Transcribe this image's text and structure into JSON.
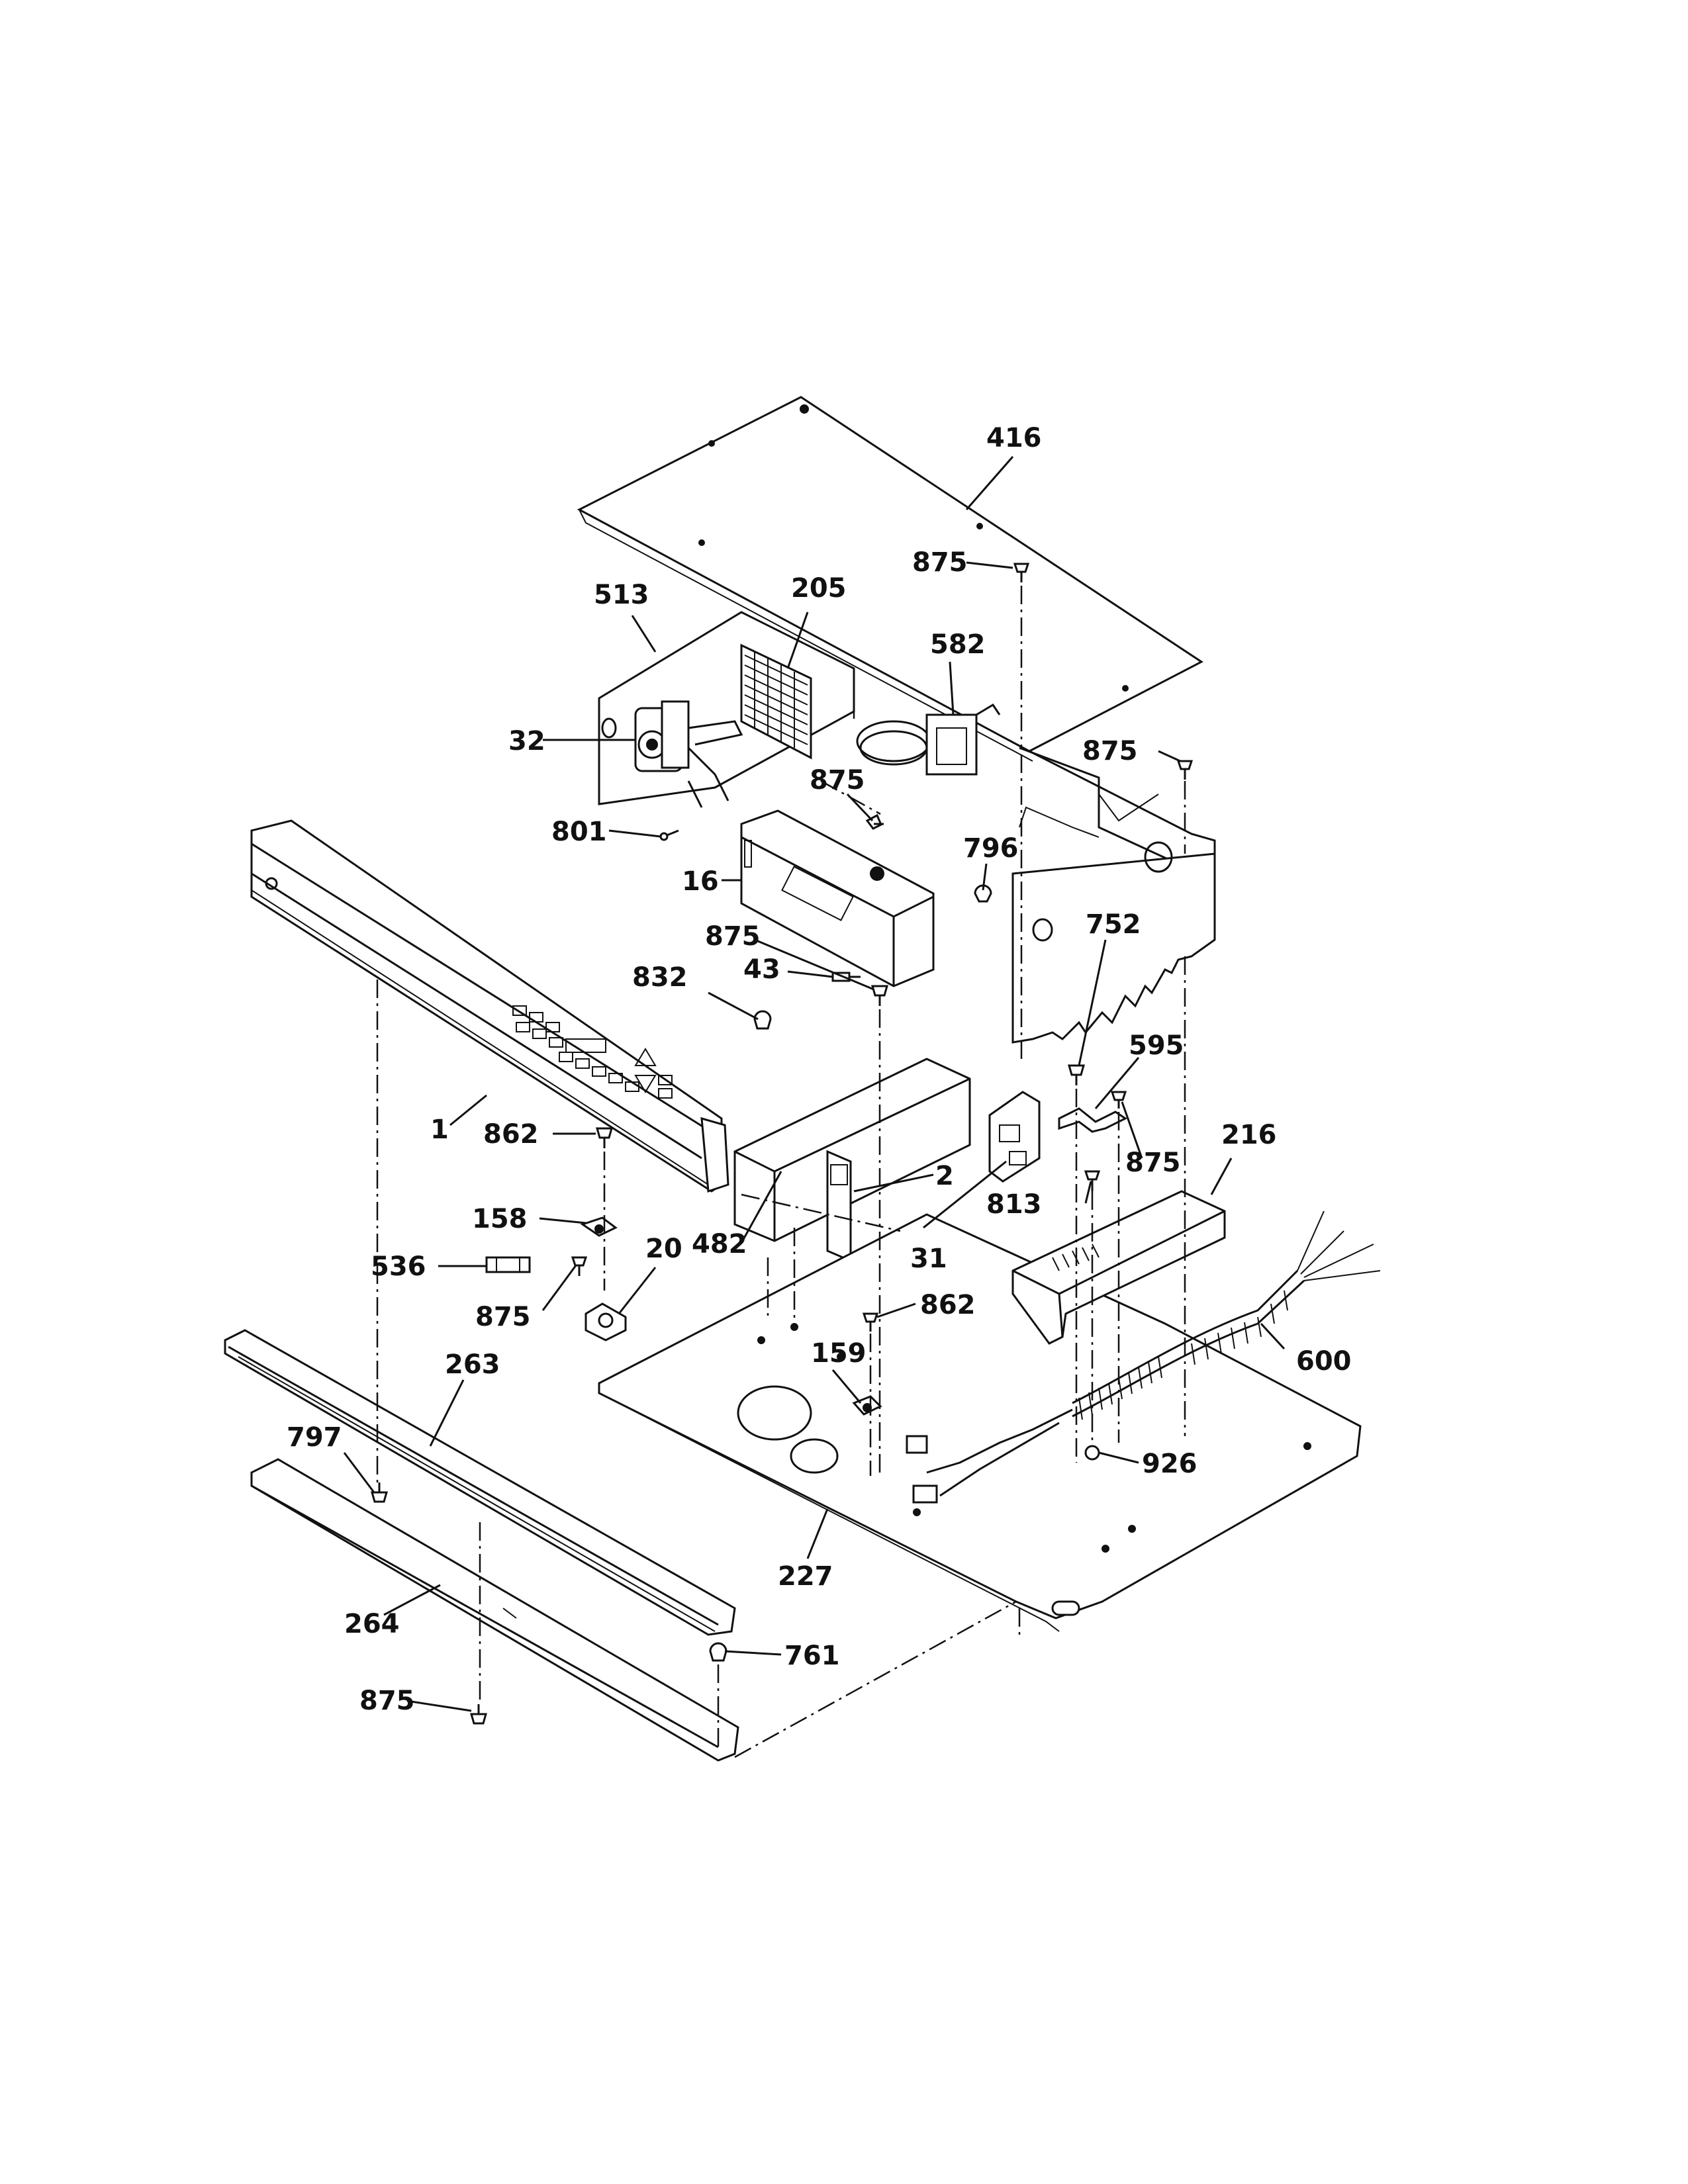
{
  "diagram": {
    "callouts": {
      "c416": "416",
      "c875a": "875",
      "c513": "513",
      "c205": "205",
      "c582": "582",
      "c32": "32",
      "c875b": "875",
      "c875c": "875",
      "c801": "801",
      "c16": "16",
      "c796": "796",
      "c875d": "875",
      "c832": "832",
      "c43": "43",
      "c752": "752",
      "c595": "595",
      "c1": "1",
      "c862a": "862",
      "c875e": "875",
      "c216": "216",
      "c2": "2",
      "c813": "813",
      "c158": "158",
      "c482": "482",
      "c31": "31",
      "c536": "536",
      "c20": "20",
      "c875f": "875",
      "c862b": "862",
      "c600": "600",
      "c159": "159",
      "c263": "263",
      "c797": "797",
      "c926": "926",
      "c227": "227",
      "c264": "264",
      "c761": "761",
      "c875g": "875"
    }
  }
}
